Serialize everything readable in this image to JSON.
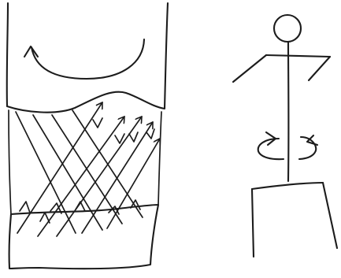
{
  "figure": {
    "background_color": "#ffffff",
    "ink_color": "#1c1c1c",
    "left_panel": {
      "upper_block_icon": "curved-rotation-arrow",
      "fiber_arrows_down": 4,
      "fiber_arrows_up": 5
    },
    "right_panel": {
      "figure_icon": "stick-figure",
      "torso_icon": "rotation-arrows"
    }
  }
}
